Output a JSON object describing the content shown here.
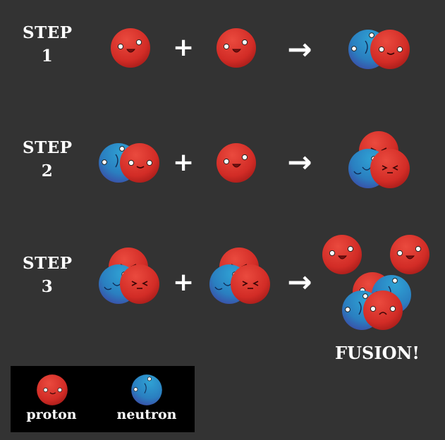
{
  "steps": [
    {
      "label": "STEP 1"
    },
    {
      "label": "STEP 2"
    },
    {
      "label": "STEP 3"
    }
  ],
  "operators": {
    "plus": "+",
    "arrow": "→"
  },
  "result_caption": "FUSION!",
  "legend": {
    "proton": "proton",
    "neutron": "neutron"
  },
  "colors": {
    "background": "#333333",
    "proton": "#d8342c",
    "neutron": "#2a8ec8",
    "legend_bg": "#000000",
    "text": "#ffffff"
  }
}
